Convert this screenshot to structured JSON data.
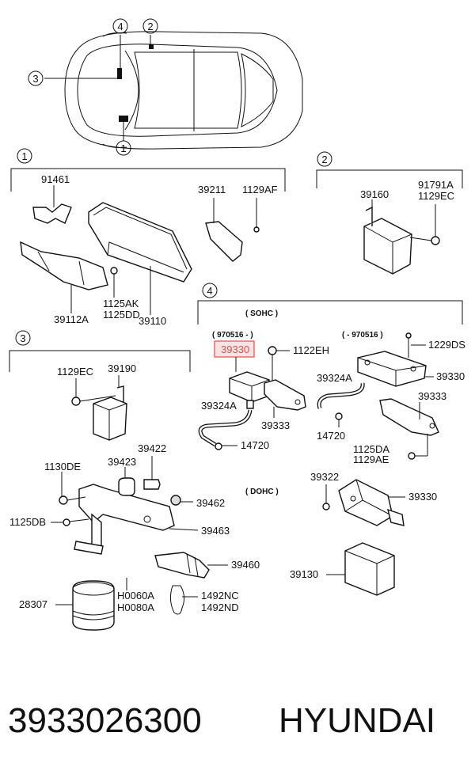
{
  "callouts": [
    "1",
    "2",
    "3",
    "4"
  ],
  "section4": {
    "sohc": "( SOHC )",
    "dohc": "( DOHC )",
    "date_from": "( 970516 - )",
    "date_to": "( - 970516 )"
  },
  "parts": {
    "p91461": "91461",
    "p39211": "39211",
    "p1129AF": "1129AF",
    "p39112A": "39112A",
    "p1125AK": "1125AK",
    "p1125DD": "1125DD",
    "p39110": "39110",
    "p39160": "39160",
    "p91791A": "91791A",
    "p1129EC_2": "1129EC",
    "p1129EC_3": "1129EC",
    "p39190": "39190",
    "p1130DE": "1130DE",
    "p39423": "39423",
    "p39422": "39422",
    "p39462": "39462",
    "p1125DB": "1125DB",
    "p39463": "39463",
    "p39460": "39460",
    "pH0060A": "H0060A",
    "pH0080A": "H0080A",
    "p1492NC": "1492NC",
    "p1492ND": "1492ND",
    "p28307": "28307",
    "p39330_hl": "39330",
    "p1122EH": "1122EH",
    "p39324A_l": "39324A",
    "p39333_l": "39333",
    "p14720_l": "14720",
    "p1229DS": "1229DS",
    "p39330_r": "39330",
    "p39324A_r": "39324A",
    "p39333_r": "39333",
    "p14720_r": "14720",
    "p1125DA": "1125DA",
    "p1129AE": "1129AE",
    "p39322": "39322",
    "p39330_dohc": "39330",
    "p39130": "39130"
  },
  "footer": {
    "part_number": "3933026300",
    "brand": "HYUNDAI"
  },
  "colors": {
    "highlight": "#e05050",
    "highlight_fill": "#fbe3e3"
  }
}
